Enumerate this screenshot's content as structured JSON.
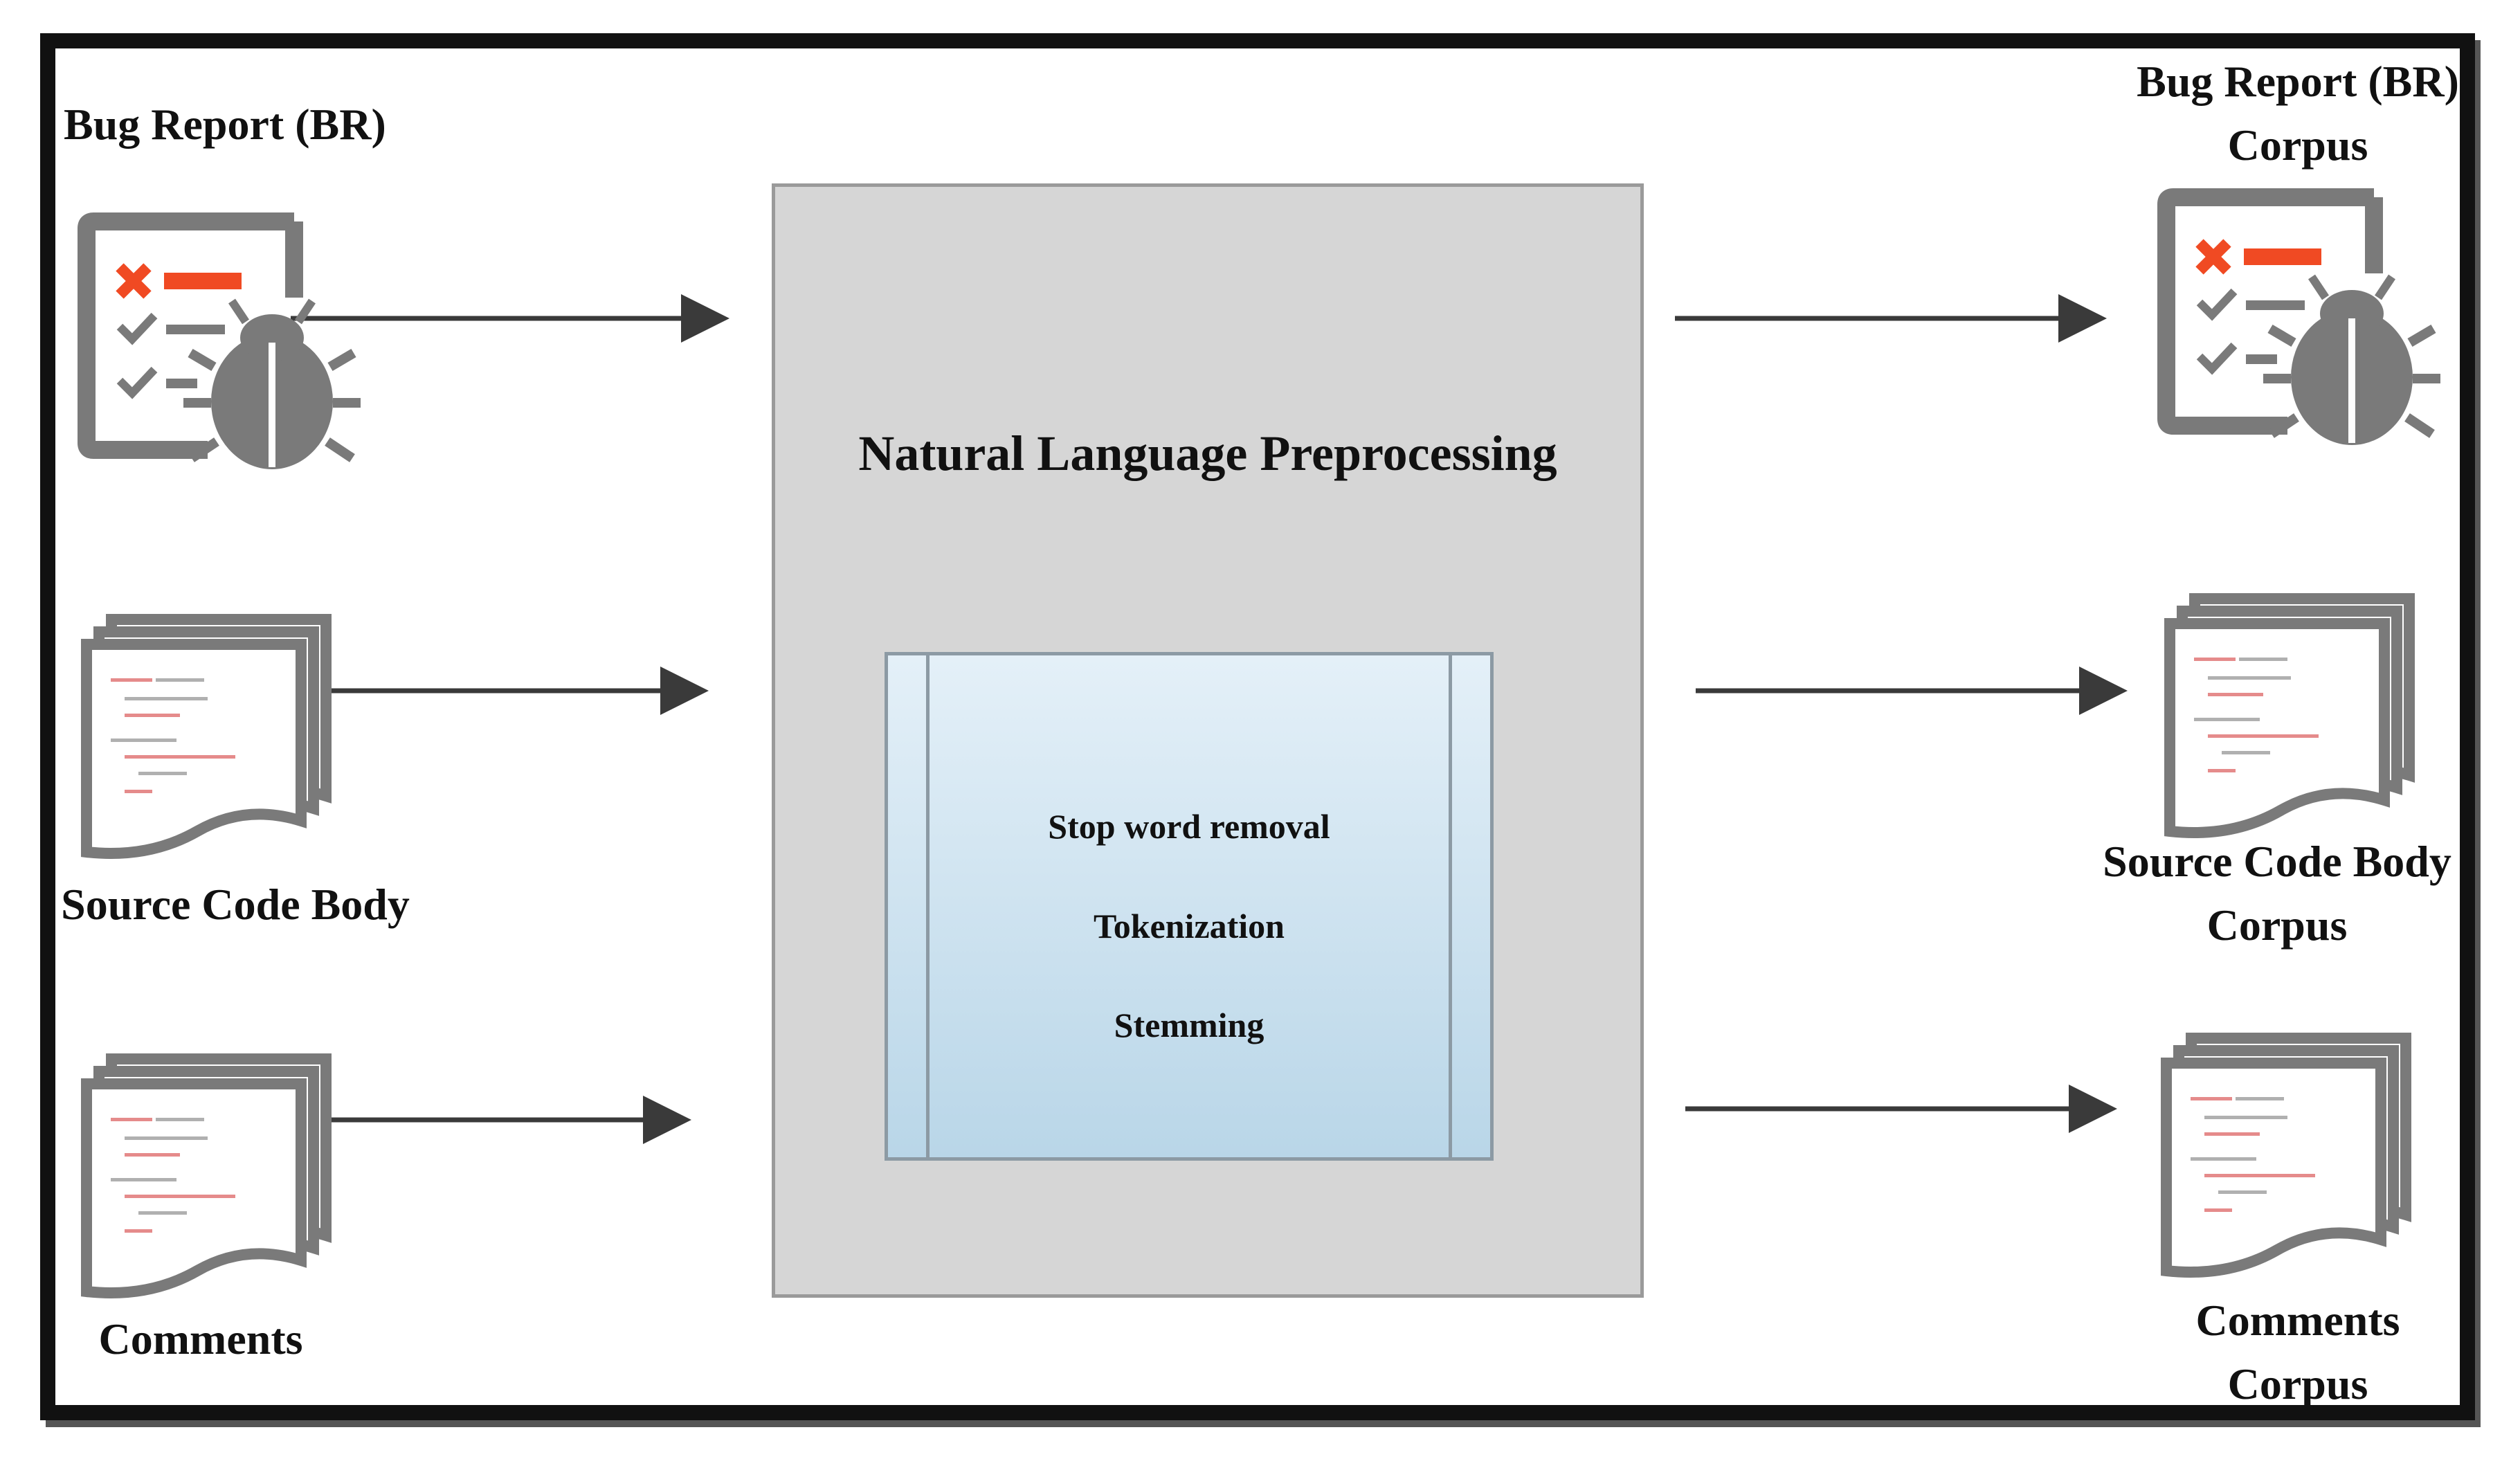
{
  "diagram": {
    "center_title": "Natural Language Preprocessing",
    "steps": [
      "Stop word removal",
      "Tokenization",
      "Stemming"
    ],
    "inputs": {
      "bug_report": "Bug Report (BR)",
      "source_code": "Source Code Body",
      "comments": "Comments"
    },
    "outputs": {
      "bug_report_line1": "Bug Report (BR)",
      "bug_report_line2": "Corpus",
      "source_code_line1": "Source Code Body",
      "source_code_line2": "Corpus",
      "comments_line1": "Comments",
      "comments_line2": "Corpus"
    },
    "colors": {
      "icon_gray": "#7a7a7a",
      "icon_orange": "#f04a23",
      "frame": "#111111",
      "nlp_box": "#d6d6d6",
      "proc_box_top": "#e4f0f8",
      "proc_box_bottom": "#b9d6e8"
    },
    "icons": {
      "bug_report": "bug-report-icon",
      "documents": "document-stack-icon"
    }
  }
}
